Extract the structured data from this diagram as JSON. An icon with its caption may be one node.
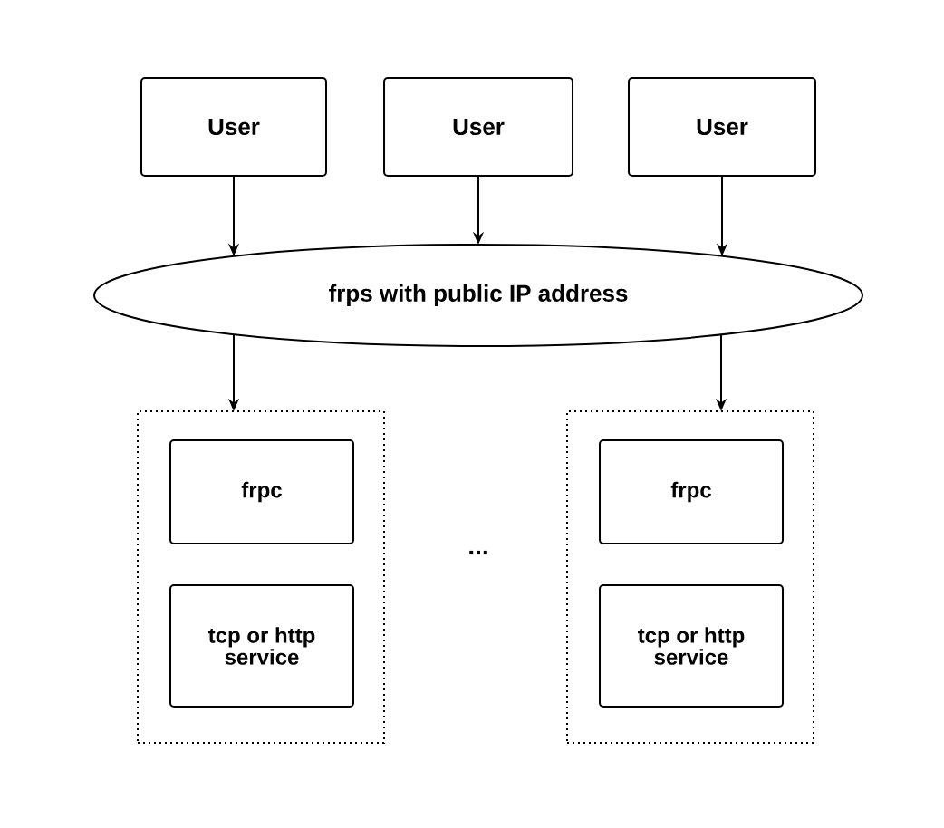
{
  "diagram": {
    "nodes": [
      {
        "text": [
          "User"
        ]
      },
      {
        "text": [
          "User"
        ]
      },
      {
        "text": [
          "User"
        ]
      },
      {
        "text": [
          "frps with public IP address"
        ]
      },
      {
        "text": [],
        "shape": "box"
      },
      {
        "text": [
          "frpc"
        ],
        "in": 4
      },
      {
        "text": [
          "tcp or http service"
        ],
        "in": 4
      },
      {
        "text": [],
        "shape": "box"
      },
      {
        "text": [
          "frpc"
        ],
        "in": 7
      },
      {
        "text": [
          "tcp or http service"
        ],
        "in": 7
      }
    ],
    "edges": [
      {
        "from": 0,
        "to": 3,
        "arrow": "to"
      },
      {
        "from": 1,
        "to": 3,
        "arrow": "to"
      },
      {
        "from": 2,
        "to": 3,
        "arrow": "to"
      },
      {
        "from": 3,
        "to": 4,
        "arrow": "to"
      },
      {
        "from": 3,
        "to": 7,
        "arrow": "to"
      }
    ],
    "labels": [
      "..."
    ]
  }
}
